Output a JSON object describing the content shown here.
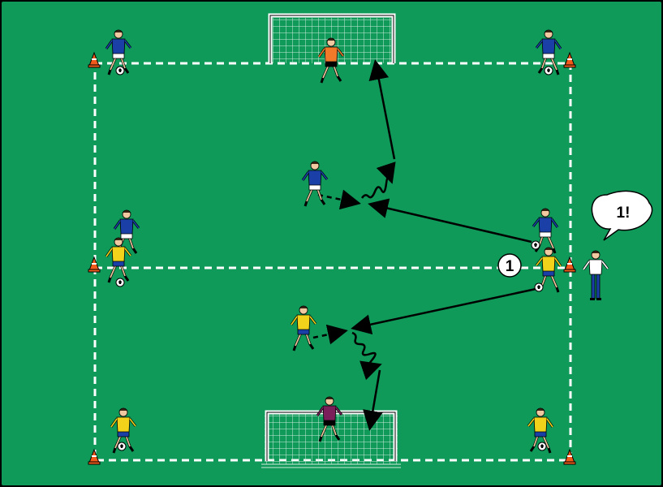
{
  "colors": {
    "pitch": "#0f9a59",
    "frame": "#000000",
    "line": "#ffffff",
    "arrow": "#000000",
    "team_blue": "#1a3fa6",
    "team_yellow": "#f2d21a",
    "keeper_top": "#f07a2a",
    "keeper_bottom": "#7a1f5a",
    "coach_shirt": "#ffffff",
    "coach_pants": "#1a3fa6",
    "cone": "#f05a1a"
  },
  "drill": {
    "step_marker": "1",
    "coach_call": "1!"
  },
  "icons": {
    "player": "player-figure-icon",
    "ball": "soccer-ball-icon",
    "cone": "cone-icon",
    "goal": "goal-net-icon",
    "speech": "speech-bubble-icon"
  },
  "players": [
    {
      "id": "top-left-blue",
      "team": "blue"
    },
    {
      "id": "top-right-blue",
      "team": "blue"
    },
    {
      "id": "top-keeper",
      "team": "keeper_top"
    },
    {
      "id": "mid-top-blue-runner",
      "team": "blue"
    },
    {
      "id": "mid-left-blue",
      "team": "blue"
    },
    {
      "id": "mid-left-yellow",
      "team": "yellow"
    },
    {
      "id": "mid-right-blue",
      "team": "blue"
    },
    {
      "id": "mid-right-yellow",
      "team": "yellow"
    },
    {
      "id": "mid-bottom-yellow-runner",
      "team": "yellow"
    },
    {
      "id": "bottom-keeper",
      "team": "keeper_bottom"
    },
    {
      "id": "bottom-left-yellow",
      "team": "yellow"
    },
    {
      "id": "bottom-right-yellow",
      "team": "yellow"
    },
    {
      "id": "coach",
      "team": "coach"
    }
  ]
}
